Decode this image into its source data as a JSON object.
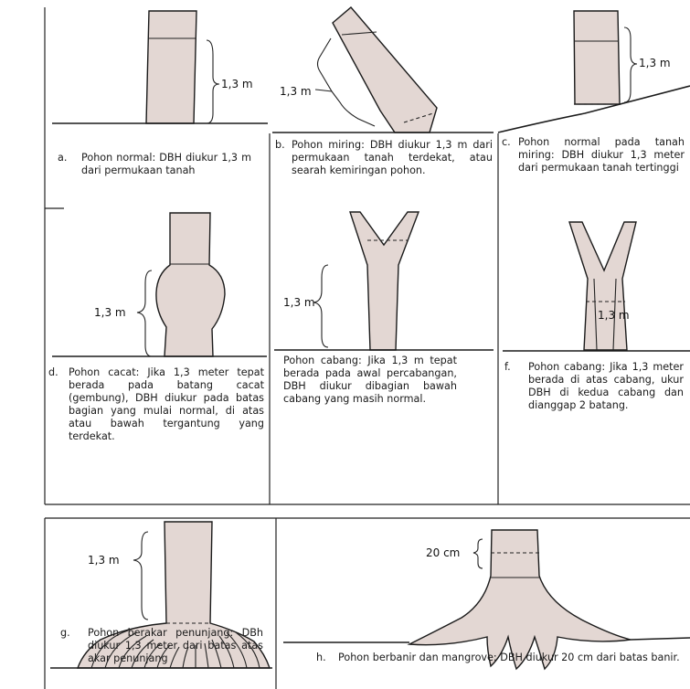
{
  "panels": [
    {
      "id": "a",
      "letter": "a.",
      "measure": "1,3 m",
      "caption": "Pohon normal: DBH diukur 1,3 m dari permukaan tanah"
    },
    {
      "id": "b",
      "letter": "b.",
      "measure": "1,3 m",
      "caption": "Pohon miring: DBH diukur 1,3 m dari permukaan tanah terdekat, atau searah kemiringan pohon."
    },
    {
      "id": "c",
      "letter": "c.",
      "measure": "1,3 m",
      "caption": "Pohon normal pada tanah miring: DBH diukur 1,3 meter dari permukaan tanah tertinggi"
    },
    {
      "id": "d",
      "letter": "d.",
      "measure": "1,3 m",
      "caption": "Pohon cacat: Jika 1,3 meter tepat berada pada batang cacat (gembung), DBH diukur pada batas bagian yang mulai normal, di atas atau bawah tergantung yang terdekat."
    },
    {
      "id": "e",
      "letter": "",
      "measure": "1,3 m",
      "caption": "Pohon cabang: Jika 1,3 m tepat berada pada awal percabangan, DBH diukur dibagian bawah cabang yang masih normal."
    },
    {
      "id": "f",
      "letter": "f.",
      "measure": "1,3 m",
      "caption": "Pohon cabang: Jika 1,3 meter berada di atas cabang, ukur DBH di kedua cabang dan dianggap 2 batang."
    },
    {
      "id": "g",
      "letter": "g.",
      "measure": "1,3 m",
      "caption": "Pohon berakar penunjang: DBh diukur 1,3 meter dari batas atas akar penunjang"
    },
    {
      "id": "h",
      "letter": "h.",
      "measure": "20 cm",
      "caption": "Pohon berbanir dan mangrove: DBH diukur 20 cm dari batas banir."
    }
  ]
}
